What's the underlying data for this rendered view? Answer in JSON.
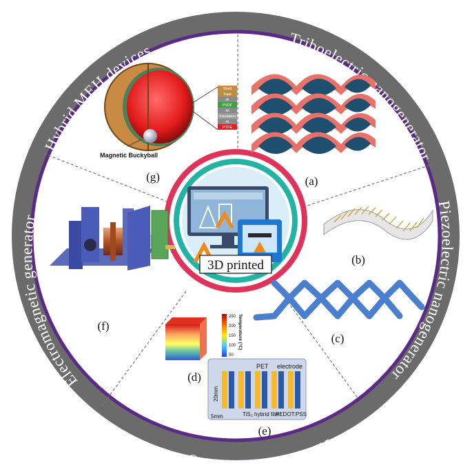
{
  "ring_labels": {
    "top_left": "Hybrid MEH devices",
    "top_right": "Triboelectric nanogenerator",
    "right": "Piezoelectric nanogenerator",
    "bottom": "Thermoelectric nanogenerator",
    "left": "Electromagnetic generator"
  },
  "center": {
    "label": "3D printed"
  },
  "panels": {
    "a": "(a)",
    "b": "(b)",
    "c": "(c)",
    "d": "(d)",
    "e": "(e)",
    "f": "(f)",
    "g": "(g)"
  },
  "panel_g": {
    "annotation": "Magnetic Buckyball",
    "layers": [
      "Shell",
      "Tape",
      "Al",
      "PVDF",
      "Al",
      "Insulation",
      "Al",
      "PTFE"
    ]
  },
  "panel_d": {
    "colorbar_title": "Temperature (°C)",
    "colorbar_ticks": [
      "250",
      "200",
      "150",
      "100",
      "50"
    ]
  },
  "panel_e": {
    "pet": "PET",
    "electrode": "electrode",
    "height": "20mm",
    "width": "5mm",
    "film": "TiS₂ hybrid film",
    "pedot": "PEDOT:PSS"
  },
  "colors": {
    "outer_ring": "#6b6b6b",
    "purple_ring": "#5b2a86",
    "center_red": "#e0335a",
    "center_teal": "#22b3a4",
    "center_blue": "#1e78d2"
  }
}
